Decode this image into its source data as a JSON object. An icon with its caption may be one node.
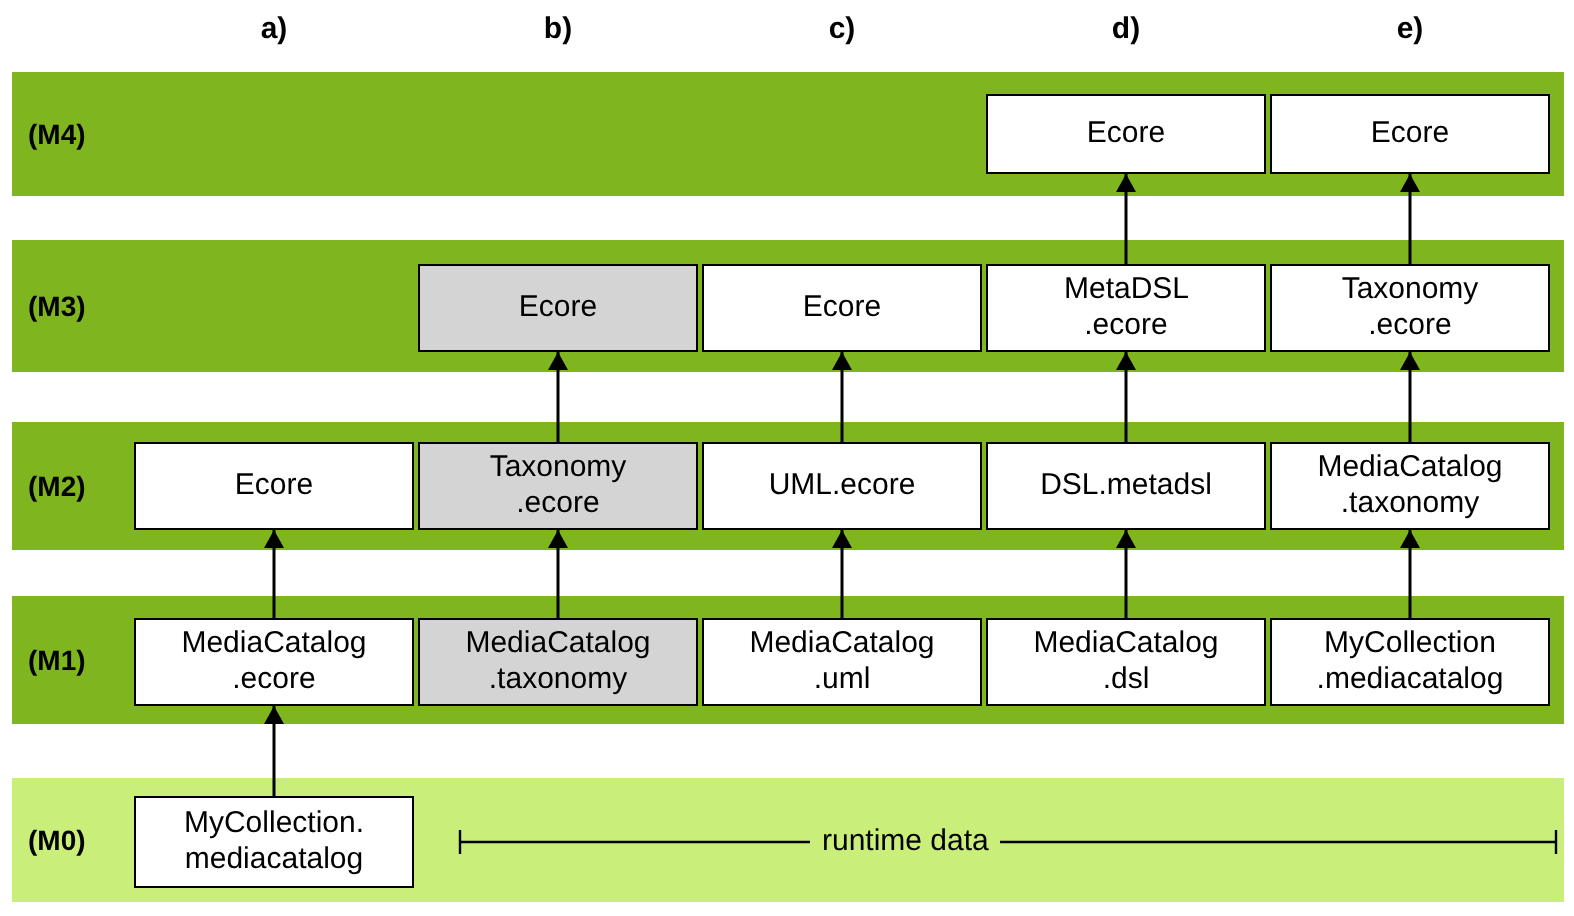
{
  "diagram": {
    "nodes": [
      {
        "text": [
          "(M4)"
        ]
      },
      {
        "text": [
          "Ecore"
        ],
        "in": 0
      },
      {
        "text": [
          "Ecore"
        ],
        "in": 0
      },
      {
        "text": [
          "(M3)"
        ]
      },
      {
        "text": [
          "Ecore"
        ],
        "in": 3
      },
      {
        "text": [
          "Ecore"
        ],
        "in": 3
      },
      {
        "text": [
          "MetaDSL .ecore"
        ],
        "in": 3
      },
      {
        "text": [
          "Taxonomy .ecore"
        ],
        "in": 3
      },
      {
        "text": [
          "(M2)"
        ]
      },
      {
        "text": [
          "Ecore"
        ],
        "in": 8
      },
      {
        "text": [
          "Taxonomy .ecore"
        ],
        "in": 8
      },
      {
        "text": [
          "UML.ecore"
        ],
        "in": 8
      },
      {
        "text": [
          "DSL.metadsl"
        ],
        "in": 8
      },
      {
        "text": [
          "MediaCatalog .taxonomy"
        ],
        "in": 8
      },
      {
        "text": [
          "(M1)"
        ]
      },
      {
        "text": [
          "MediaCatalog .ecore"
        ],
        "in": 14
      },
      {
        "text": [
          "MediaCatalog .taxonomy"
        ],
        "in": 14
      },
      {
        "text": [
          "MediaCatalog .uml"
        ],
        "in": 14
      },
      {
        "text": [
          "MediaCatalog .dsl"
        ],
        "in": 14
      },
      {
        "text": [
          "MyCollection .mediacatalog"
        ],
        "in": 14
      },
      {
        "text": [
          "(M0)"
        ]
      },
      {
        "text": [
          "MyCollection. mediacatalog"
        ],
        "in": 20
      }
    ],
    "edges": [
      {
        "from": 21,
        "to": 15,
        "arrow": "to"
      },
      {
        "from": 15,
        "to": 9,
        "arrow": "to"
      },
      {
        "from": 16,
        "to": 10,
        "arrow": "to"
      },
      {
        "from": 10,
        "to": 4,
        "arrow": "to"
      },
      {
        "from": 17,
        "to": 11,
        "arrow": "to"
      },
      {
        "from": 11,
        "to": 5,
        "arrow": "to"
      },
      {
        "from": 18,
        "to": 12,
        "arrow": "to"
      },
      {
        "from": 12,
        "to": 6,
        "arrow": "to"
      },
      {
        "from": 6,
        "to": 1,
        "arrow": "to"
      },
      {
        "from": 19,
        "to": 13,
        "arrow": "to"
      },
      {
        "from": 13,
        "to": 7,
        "arrow": "to"
      },
      {
        "from": 7,
        "to": 2,
        "arrow": "to"
      }
    ],
    "labels": [
      "a)",
      "b)",
      "c)",
      "d)",
      "e)",
      "runtime data"
    ]
  }
}
